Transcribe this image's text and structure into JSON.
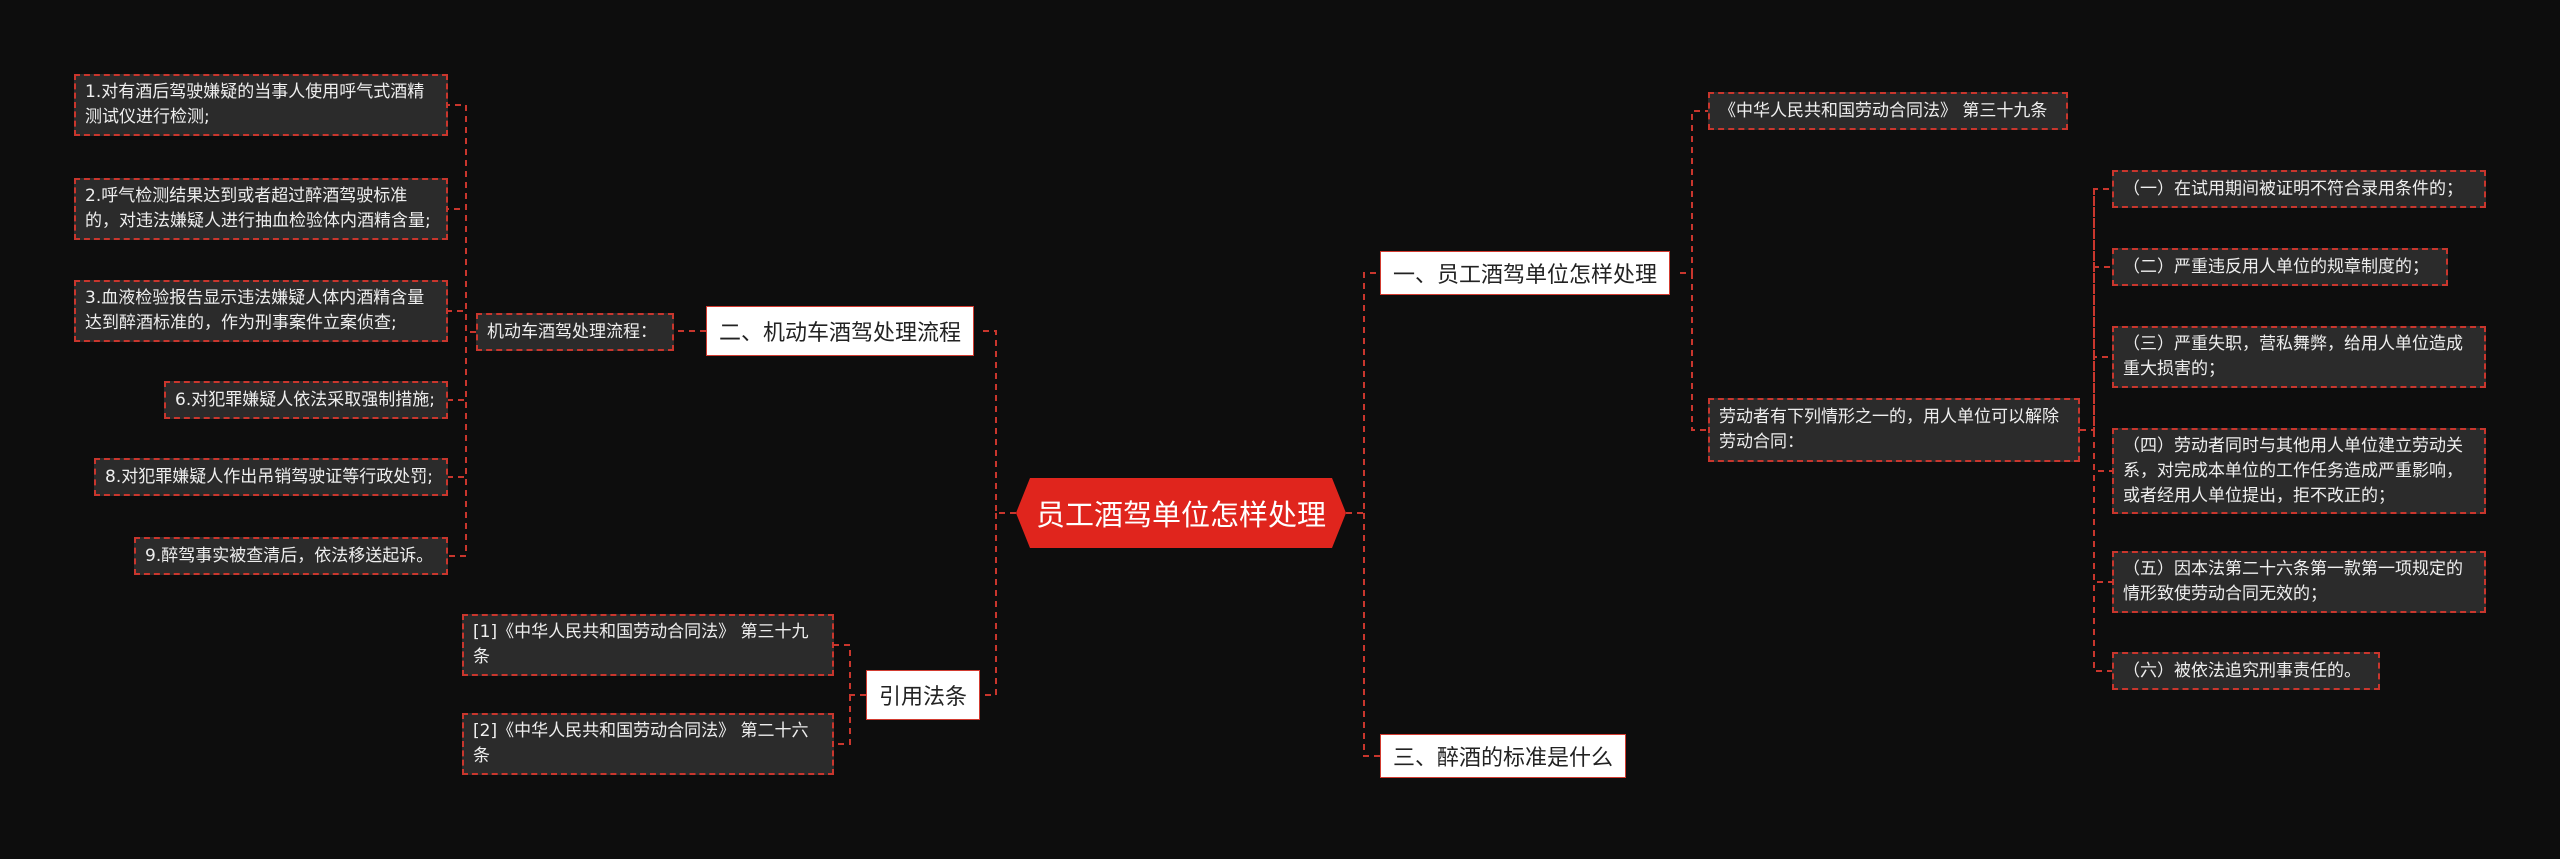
{
  "root": {
    "label": "员工酒驾单位怎样处理"
  },
  "branches": {
    "b1": {
      "label": "一、员工酒驾单位怎样处理"
    },
    "b2": {
      "label": "二、机动车酒驾处理流程"
    },
    "b3": {
      "label": "三、醉酒的标准是什么"
    },
    "b4": {
      "label": "引用法条"
    }
  },
  "right": {
    "law39": "《中华人民共和国劳动合同法》 第三十九条",
    "conditions_intro": "劳动者有下列情形之一的，用人单位可以解除劳动合同：",
    "conditions": [
      "（一）在试用期间被证明不符合录用条件的；",
      "（二）严重违反用人单位的规章制度的；",
      "（三）严重失职，营私舞弊，给用人单位造成重大损害的；",
      "（四）劳动者同时与其他用人单位建立劳动关系，对完成本单位的工作任务造成严重影响，或者经用人单位提出，拒不改正的；",
      "（五）因本法第二十六条第一款第一项规定的情形致使劳动合同无效的；",
      "（六）被依法追究刑事责任的。"
    ]
  },
  "left": {
    "process_label": "机动车酒驾处理流程：",
    "steps": [
      "1.对有酒后驾驶嫌疑的当事人使用呼气式酒精测试仪进行检测;",
      "2.呼气检测结果达到或者超过醉酒驾驶标准的，对违法嫌疑人进行抽血检验体内酒精含量;",
      "3.血液检验报告显示违法嫌疑人体内酒精含量达到醉酒标准的，作为刑事案件立案侦查;",
      "6.对犯罪嫌疑人依法采取强制措施;",
      "8.对犯罪嫌疑人作出吊销驾驶证等行政处罚;",
      "9.醉驾事实被查清后，依法移送起诉。"
    ],
    "citations": [
      "[1]《中华人民共和国劳动合同法》 第三十九条",
      "[2]《中华人民共和国劳动合同法》 第二十六条"
    ]
  },
  "colors": {
    "background": "#0d0d0d",
    "root": "#e0251d",
    "connector": "#c9362d",
    "leaf_fill": "#2b2b2b"
  }
}
